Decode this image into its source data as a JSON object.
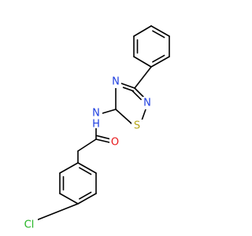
{
  "colors": {
    "bond": "#000000",
    "nitrogen": "#1f3fe0",
    "oxygen": "#e8171a",
    "sulfur": "#b5a518",
    "chlorine": "#22b422",
    "carbon": "#000000"
  },
  "molecule": {
    "atoms": {
      "n_ring_top": "N",
      "n_ring_right": "N",
      "s_ring": "S",
      "n_amide": "N",
      "h_amide": "H",
      "o_carbonyl": "O",
      "cl": "Cl"
    }
  }
}
